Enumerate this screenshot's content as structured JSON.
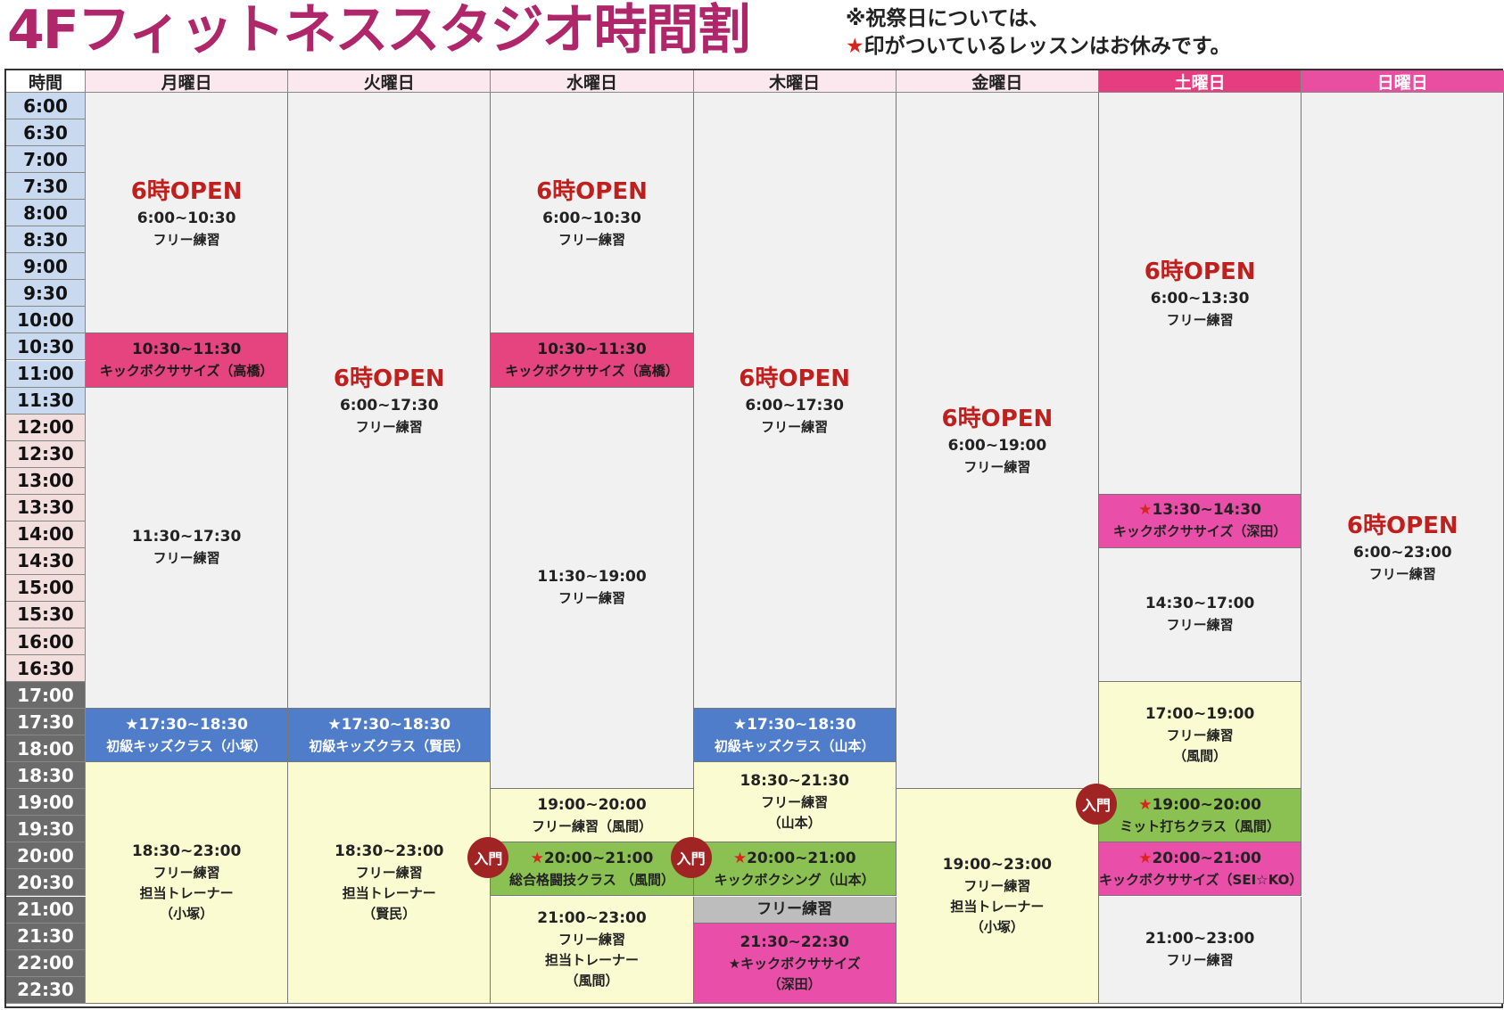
{
  "title": "4Fフィットネススタジオ時間割",
  "note": {
    "line1": "※祝祭日については、",
    "star": "★",
    "line2": "印がついているレッスンはお休みです。"
  },
  "colors": {
    "title": "#b0266a",
    "accent_red": "#c0201d",
    "saturday_header": "#e63d80",
    "sunday_header": "#e94fa0",
    "weekday_header": "#fbe8ee",
    "free_practice": "#f1f1f1",
    "kickboxercise": "#e5447f",
    "kids_class": "#4f7dc9",
    "evening_practice": "#fbfbd1",
    "beginner_class": "#8bc052"
  },
  "header": {
    "time_col": "時間",
    "days": [
      "月曜日",
      "火曜日",
      "水曜日",
      "木曜日",
      "金曜日",
      "土曜日",
      "日曜日"
    ]
  },
  "times": [
    "6:00",
    "6:30",
    "7:00",
    "7:30",
    "8:00",
    "8:30",
    "9:00",
    "9:30",
    "10:00",
    "10:30",
    "11:00",
    "11:30",
    "12:00",
    "12:30",
    "13:00",
    "13:30",
    "14:00",
    "14:30",
    "15:00",
    "15:30",
    "16:00",
    "16:30",
    "17:00",
    "17:30",
    "18:00",
    "18:30",
    "19:00",
    "19:30",
    "20:00",
    "20:30",
    "21:00",
    "21:30",
    "22:00",
    "22:30"
  ],
  "badge_label": "入門",
  "schedule": [
    [
      {
        "start": 0,
        "end": 9,
        "color": "gray",
        "open": "6時OPEN",
        "lines": [
          "6:00~10:30",
          "フリー練習"
        ]
      },
      {
        "start": 9,
        "end": 11,
        "color": "pink",
        "lines": [
          "10:30~11:30",
          "キックボクササイズ（高橋）"
        ]
      },
      {
        "start": 11,
        "end": 23,
        "color": "gray",
        "lines": [
          "11:30~17:30",
          "フリー練習"
        ]
      },
      {
        "start": 23,
        "end": 25,
        "color": "blue",
        "star": true,
        "lines": [
          "17:30~18:30",
          "初級キッズクラス（小塚）"
        ]
      },
      {
        "start": 25,
        "end": 34,
        "color": "yellow",
        "lines": [
          "18:30~23:00",
          "フリー練習",
          "担当トレーナー",
          "（小塚）"
        ]
      }
    ],
    [
      {
        "start": 0,
        "end": 23,
        "color": "gray",
        "open": "6時OPEN",
        "lines": [
          "6:00~17:30",
          "フリー練習"
        ]
      },
      {
        "start": 23,
        "end": 25,
        "color": "blue",
        "star": true,
        "lines": [
          "17:30~18:30",
          "初級キッズクラス（賢民）"
        ]
      },
      {
        "start": 25,
        "end": 34,
        "color": "yellow",
        "lines": [
          "18:30~23:00",
          "フリー練習",
          "担当トレーナー",
          "（賢民）"
        ]
      }
    ],
    [
      {
        "start": 0,
        "end": 9,
        "color": "gray",
        "open": "6時OPEN",
        "lines": [
          "6:00~10:30",
          "フリー練習"
        ]
      },
      {
        "start": 9,
        "end": 11,
        "color": "pink",
        "lines": [
          "10:30~11:30",
          "キックボクササイズ（高橋）"
        ]
      },
      {
        "start": 11,
        "end": 26,
        "color": "gray",
        "lines": [
          "11:30~19:00",
          "フリー練習"
        ]
      },
      {
        "start": 26,
        "end": 28,
        "color": "yellow",
        "lines": [
          "19:00~20:00",
          "フリー練習（風間）"
        ]
      },
      {
        "start": 28,
        "end": 30,
        "color": "green",
        "star": true,
        "badge": true,
        "lines": [
          "20:00~21:00",
          "総合格闘技クラス （風間）"
        ]
      },
      {
        "start": 30,
        "end": 34,
        "color": "yellow",
        "lines": [
          "21:00~23:00",
          "フリー練習",
          "担当トレーナー",
          "（風間）"
        ]
      }
    ],
    [
      {
        "start": 0,
        "end": 23,
        "color": "gray",
        "open": "6時OPEN",
        "lines": [
          "6:00~17:30",
          "フリー練習"
        ]
      },
      {
        "start": 23,
        "end": 25,
        "color": "blue",
        "star": true,
        "lines": [
          "17:30~18:30",
          "初級キッズクラス（山本）"
        ]
      },
      {
        "start": 25,
        "end": 28,
        "color": "yellow",
        "lines": [
          "18:30~21:30",
          "フリー練習",
          "（山本）"
        ]
      },
      {
        "start": 28,
        "end": 30,
        "color": "green",
        "star": true,
        "badge": true,
        "lines": [
          "20:00~21:00",
          "キックボクシング（山本）"
        ]
      },
      {
        "start": 30,
        "end": 31,
        "color": "silver",
        "lines": [
          "フリー練習"
        ]
      },
      {
        "start": 31,
        "end": 34,
        "color": "magenta",
        "lines": [
          "21:30~22:30",
          "★キックボクササイズ",
          "（深田）"
        ]
      }
    ],
    [
      {
        "start": 0,
        "end": 26,
        "color": "gray",
        "open": "6時OPEN",
        "lines": [
          "6:00~19:00",
          "フリー練習"
        ]
      },
      {
        "start": 26,
        "end": 34,
        "color": "yellow",
        "lines": [
          "19:00~23:00",
          "フリー練習",
          "担当トレーナー",
          "（小塚）"
        ]
      }
    ],
    [
      {
        "start": 0,
        "end": 15,
        "color": "gray",
        "open": "6時OPEN",
        "lines": [
          "6:00~13:30",
          "フリー練習"
        ]
      },
      {
        "start": 15,
        "end": 17,
        "color": "magenta",
        "star": true,
        "lines": [
          "13:30~14:30",
          "キックボクササイズ（深田）"
        ]
      },
      {
        "start": 17,
        "end": 22,
        "color": "gray",
        "lines": [
          "14:30~17:00",
          "フリー練習"
        ]
      },
      {
        "start": 22,
        "end": 26,
        "color": "yellow",
        "lines": [
          "17:00~19:00",
          "フリー練習",
          "（風間）"
        ]
      },
      {
        "start": 26,
        "end": 28,
        "color": "green",
        "star": true,
        "badge": true,
        "lines": [
          "19:00~20:00",
          "ミット打ちクラス（風間）"
        ]
      },
      {
        "start": 28,
        "end": 30,
        "color": "magenta",
        "star": true,
        "lines": [
          "20:00~21:00",
          "キックボクササイズ（SEI☆KO）"
        ]
      },
      {
        "start": 30,
        "end": 34,
        "color": "gray",
        "lines": [
          "21:00~23:00",
          "フリー練習"
        ]
      }
    ],
    [
      {
        "start": 0,
        "end": 34,
        "color": "gray",
        "open": "6時OPEN",
        "lines": [
          "6:00~23:00",
          "フリー練習"
        ]
      }
    ]
  ]
}
